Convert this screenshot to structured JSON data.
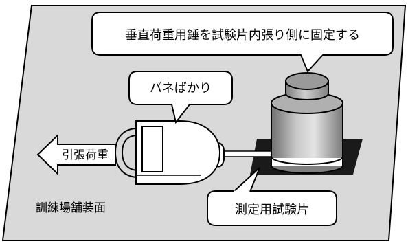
{
  "labels": {
    "weight_callout": "垂直荷重用錘を試験片内張り側に固定する",
    "scale_callout": "バネばかり",
    "pull_arrow": "引張荷重",
    "surface": "訓練場舗装面",
    "specimen_callout": "測定用試験片"
  }
}
